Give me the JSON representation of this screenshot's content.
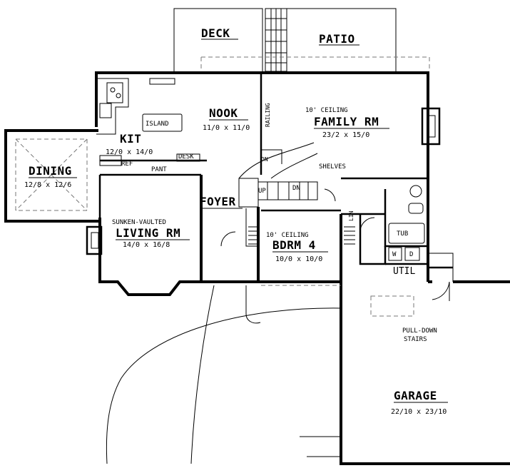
{
  "rooms": {
    "deck": {
      "name": "DECK"
    },
    "patio": {
      "name": "PATIO"
    },
    "nook": {
      "name": "NOOK",
      "dims": "11/0 x 11/0"
    },
    "family": {
      "note": "10' CEILING",
      "name": "FAMILY RM",
      "dims": "23/2 x 15/0"
    },
    "kitchen": {
      "name": "KIT",
      "dims": "12/0 x 14/0"
    },
    "dining": {
      "name": "DINING",
      "dims": "12/8 x 12/6"
    },
    "living": {
      "note": "SUNKEN-VAULTED",
      "name": "LIVING RM",
      "dims": "14/0 x 16/8"
    },
    "foyer": {
      "name": "FOYER"
    },
    "bedroom4": {
      "note": "10' CEILING",
      "name": "BDRM 4",
      "dims": "10/0 x 10/0"
    },
    "garage": {
      "name": "GARAGE",
      "dims": "22/10 x 23/10"
    }
  },
  "fixtures": {
    "island": "ISLAND",
    "ref": "REF",
    "pant": "PANT",
    "desk": "DESK",
    "railing": "RAILING",
    "shelves": "SHELVES",
    "dn1": "DN",
    "up": "UP",
    "dn2": "DN",
    "lin": "LIN",
    "tub": "TUB",
    "washer": "W",
    "dryer": "D",
    "util": "UTIL",
    "stairs_line1": "PULL-DOWN",
    "stairs_line2": "STAIRS"
  }
}
